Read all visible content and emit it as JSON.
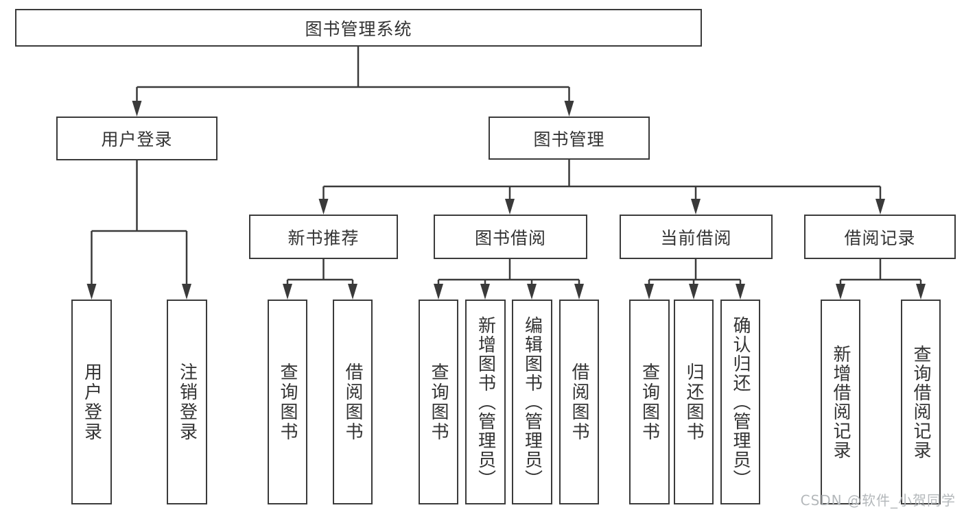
{
  "diagram": {
    "title": "图书管理系统",
    "colors": {
      "line": "#3a3a3a",
      "box_border": "#3a3a3a",
      "text": "#333333",
      "watermark": "#b4b8bb",
      "background": "#ffffff"
    },
    "tree": {
      "root": {
        "label": "图书管理系统",
        "children": [
          {
            "label": "用户登录",
            "children": [
              {
                "label": "用户登录"
              },
              {
                "label": "注销登录"
              }
            ]
          },
          {
            "label": "图书管理",
            "children": [
              {
                "label": "新书推荐",
                "children": [
                  {
                    "label": "查询图书"
                  },
                  {
                    "label": "借阅图书"
                  }
                ]
              },
              {
                "label": "图书借阅",
                "children": [
                  {
                    "label": "查询图书"
                  },
                  {
                    "label": "新增图书（管理员）"
                  },
                  {
                    "label": "编辑图书（管理员）"
                  },
                  {
                    "label": "借阅图书"
                  }
                ]
              },
              {
                "label": "当前借阅",
                "children": [
                  {
                    "label": "查询图书"
                  },
                  {
                    "label": "归还图书"
                  },
                  {
                    "label": "确认归还（管理员）"
                  }
                ]
              },
              {
                "label": "借阅记录",
                "children": [
                  {
                    "label": "新增借阅记录"
                  },
                  {
                    "label": "查询借阅记录"
                  }
                ]
              }
            ]
          }
        ]
      }
    },
    "watermark": "CSDN @软件_小贺同学"
  }
}
